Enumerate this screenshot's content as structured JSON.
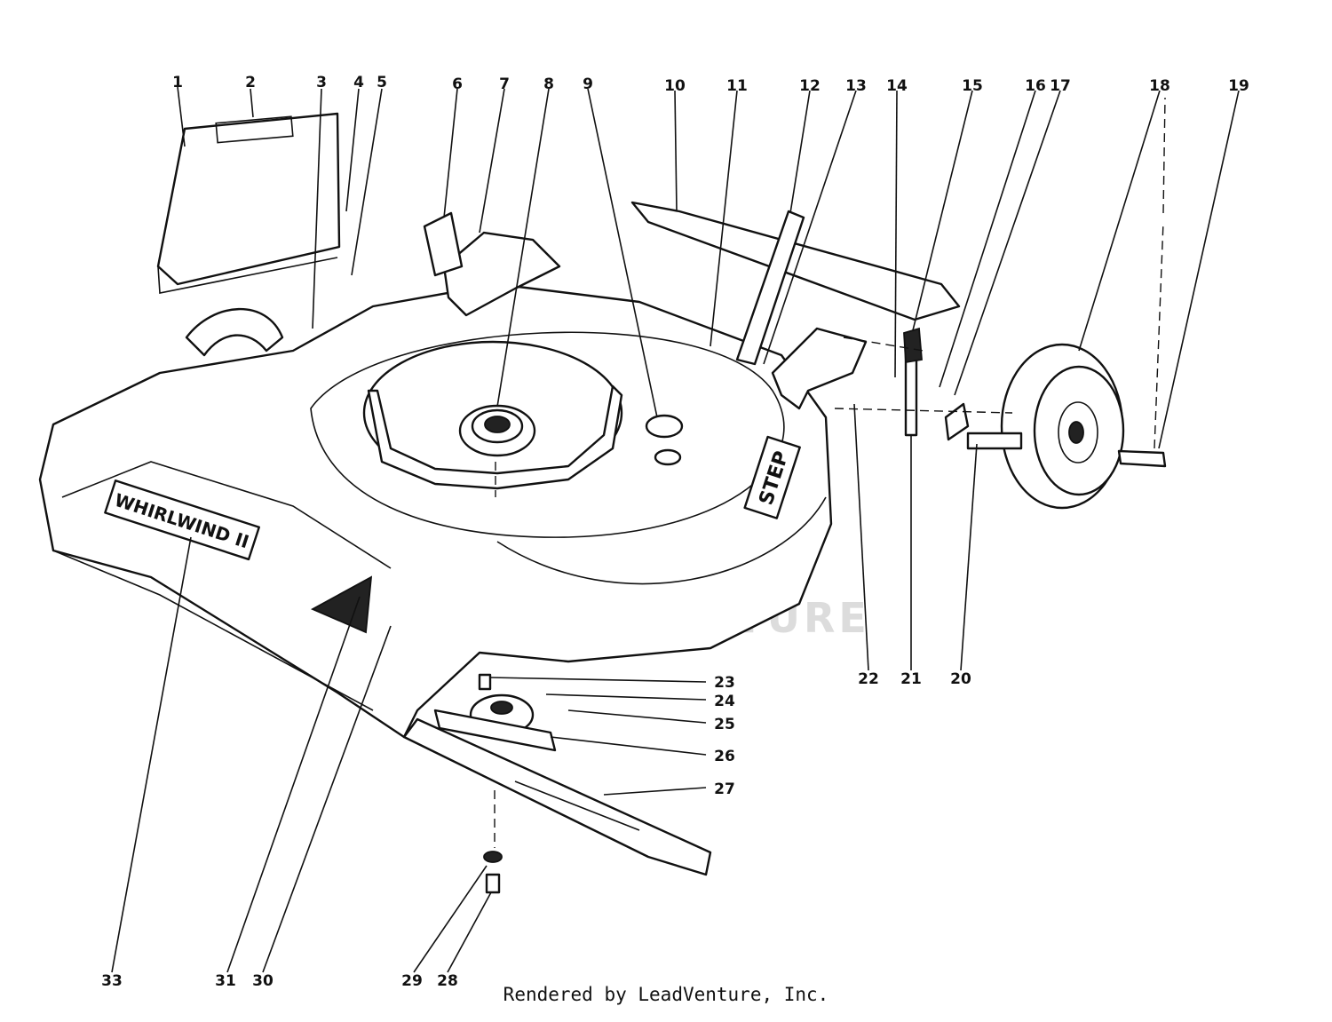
{
  "diagram": {
    "callouts": [
      "1",
      "2",
      "3",
      "4",
      "5",
      "6",
      "7",
      "8",
      "9",
      "10",
      "11",
      "12",
      "13",
      "14",
      "15",
      "16",
      "17",
      "18",
      "19",
      "20",
      "21",
      "22",
      "23",
      "24",
      "25",
      "26",
      "27",
      "28",
      "29",
      "30",
      "31",
      "33"
    ],
    "deck_label": "WHIRLWIND II",
    "step_label": "STEP",
    "watermark": "LEADVENTURE"
  },
  "footer": {
    "credit": "Rendered by LeadVenture, Inc."
  }
}
